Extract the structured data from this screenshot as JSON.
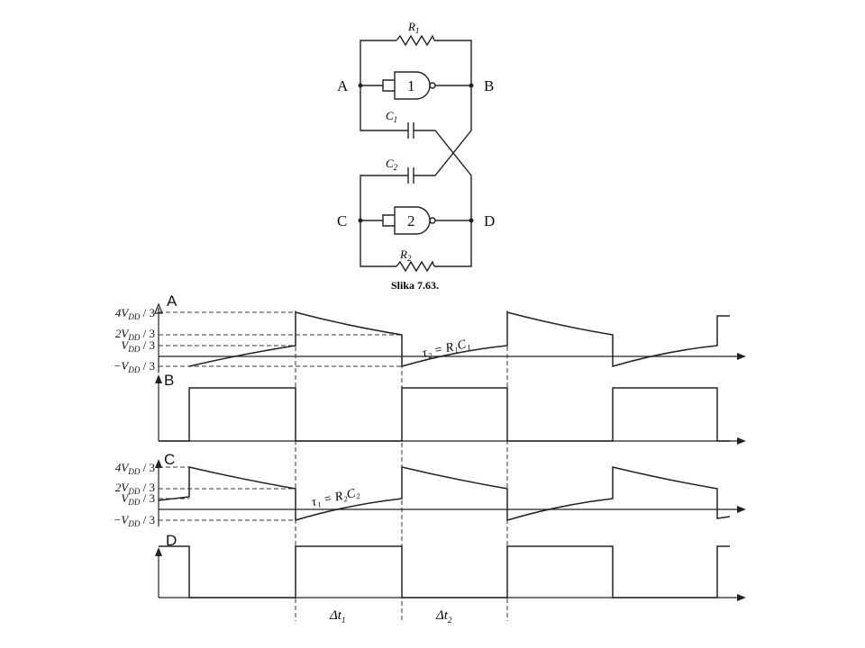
{
  "circuit": {
    "node_a": "A",
    "node_b": "B",
    "node_c": "C",
    "node_d": "D",
    "gate1": "1",
    "gate2": "2",
    "r1": "R",
    "r1_sub": "1",
    "r2": "R",
    "r2_sub": "2",
    "c1": "C",
    "c1_sub": "1",
    "c2": "C",
    "c2_sub": "2",
    "caption": "Slika 7.63."
  },
  "waveforms": {
    "a_label": "A",
    "b_label": "B",
    "c_label": "C",
    "d_label": "D",
    "levels": {
      "l4": "4V",
      "l2": "2V",
      "l1": "V",
      "lneg": "−V",
      "sub": "DD",
      "div": " / 3"
    },
    "tau2": "τ₂ = R₁C₁",
    "tau1": "τ₁ = R₂C₂",
    "dt1": "Δt",
    "dt1_sub": "1",
    "dt2": "Δt",
    "dt2_sub": "2"
  }
}
